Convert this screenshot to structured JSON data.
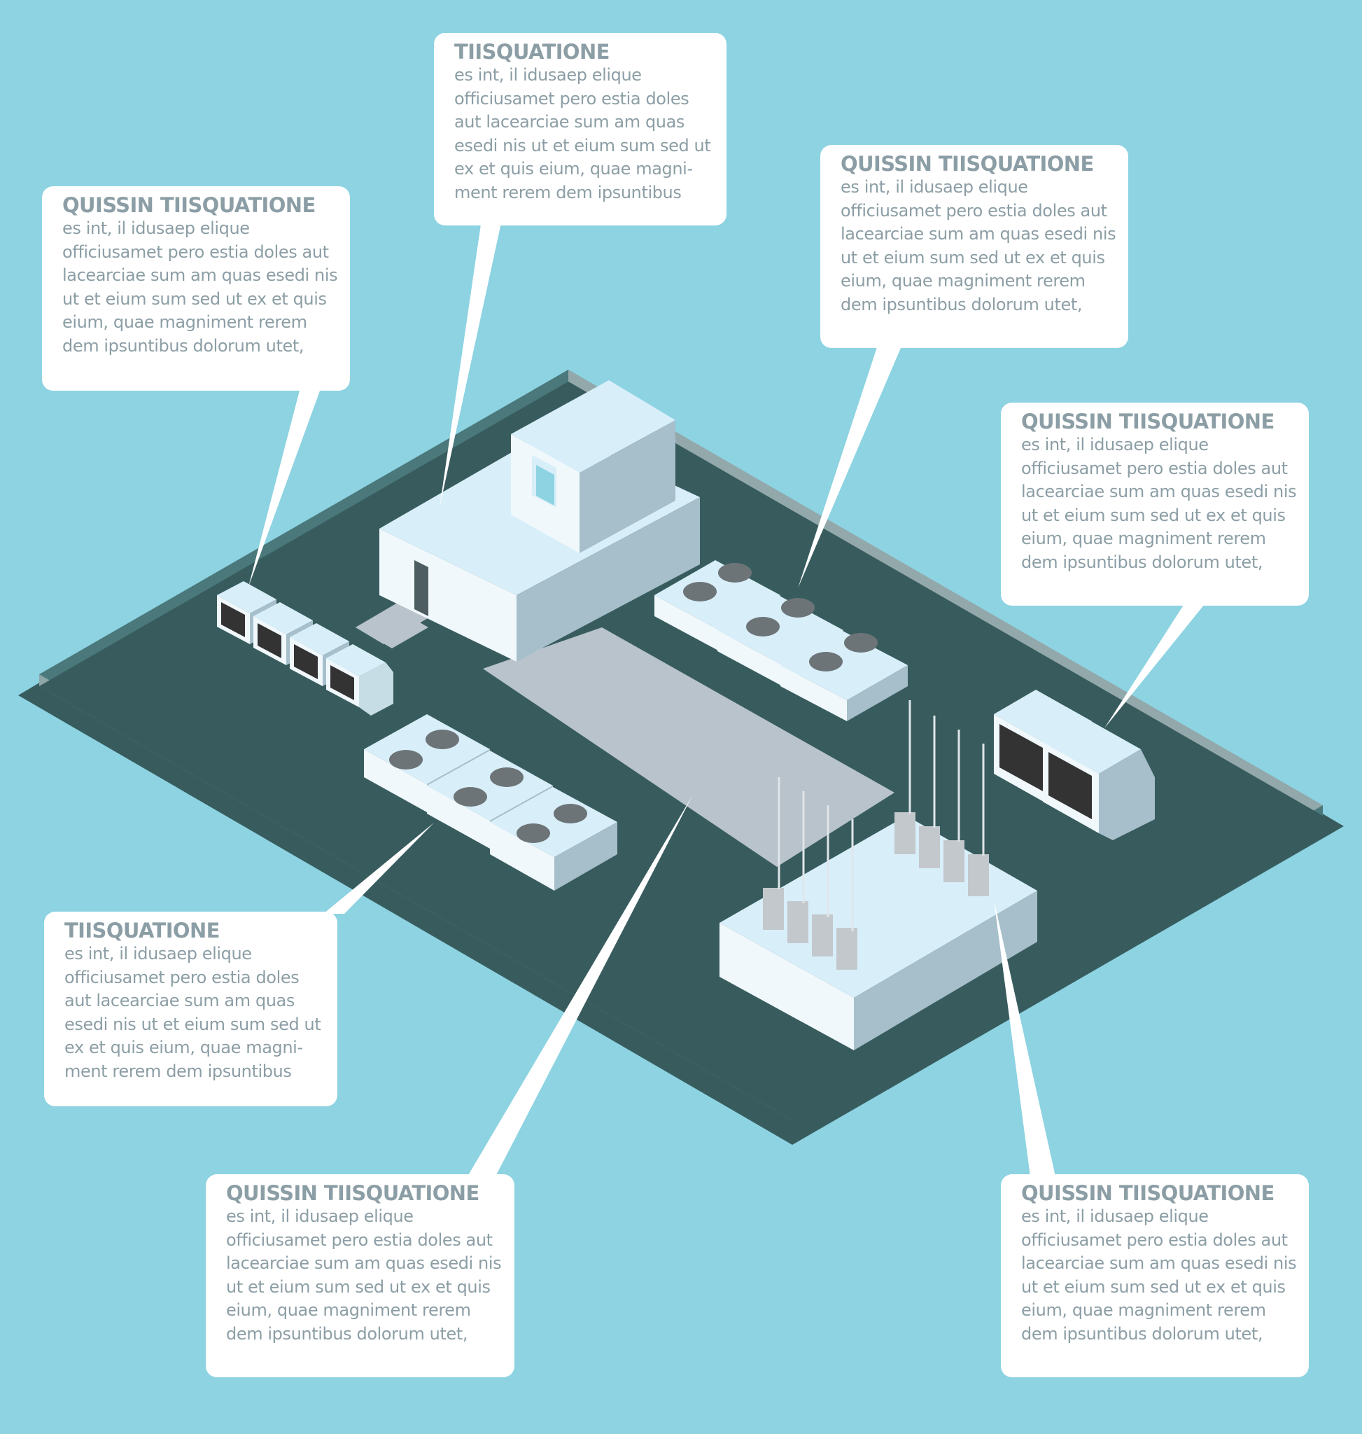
{
  "palette": {
    "background": "#8dd3e2",
    "platform_dark": "#385c5e",
    "platform_rim": "#4a787b",
    "panel_white": "#ffffff",
    "text_gray": "#8c9ea5",
    "box_top": "#d8effa",
    "box_left": "#f0f8fc",
    "box_right": "#a6bfcb",
    "pavement": "#b9c3cb"
  },
  "icons": [
    "building-icon",
    "window-icon",
    "door-icon",
    "air-vent-icon",
    "fan-unit-icon",
    "generator-icon",
    "antenna-icon",
    "duct-elbow-icon"
  ],
  "callouts": [
    {
      "id": "top-center",
      "title": "TIISQUATIONE",
      "lines": [
        "es int, il idusaep elique",
        "officiusamet pero estia doles",
        "aut lacearciae sum am quas",
        "esedi nis ut et eium sum sed ut",
        "ex et quis eium, quae magni-",
        "ment rerem dem ipsuntibus"
      ]
    },
    {
      "id": "top-left",
      "title": "QUISSIN TIISQUATIONE",
      "lines": [
        "es int, il idusaep elique",
        "officiusamet pero estia doles aut",
        "lacearciae sum am quas esedi nis",
        "ut et eium sum sed ut ex et quis",
        "eium, quae magniment rerem",
        "dem ipsuntibus dolorum utet,"
      ]
    },
    {
      "id": "top-right",
      "title": "QUISSIN TIISQUATIONE",
      "lines": [
        "es int, il idusaep elique",
        "officiusamet pero estia doles aut",
        "lacearciae sum am quas esedi nis",
        "ut et eium sum sed ut ex et quis",
        "eium, quae magniment rerem",
        "dem ipsuntibus dolorum utet,"
      ]
    },
    {
      "id": "middle-right",
      "title": "QUISSIN TIISQUATIONE",
      "lines": [
        "es int, il idusaep elique",
        "officiusamet pero estia doles aut",
        "lacearciae sum am quas esedi nis",
        "ut et eium sum sed ut ex et quis",
        "eium, quae magniment rerem",
        "dem ipsuntibus dolorum utet,"
      ]
    },
    {
      "id": "middle-left",
      "title": "TIISQUATIONE",
      "lines": [
        "es int, il idusaep elique",
        "officiusamet pero estia doles",
        "aut lacearciae sum am quas",
        "esedi nis ut et eium sum sed ut",
        "ex et quis eium, quae magni-",
        "ment rerem dem ipsuntibus"
      ]
    },
    {
      "id": "bottom-center",
      "title": "QUISSIN TIISQUATIONE",
      "lines": [
        "es int, il idusaep elique",
        "officiusamet pero estia doles aut",
        "lacearciae sum am quas esedi nis",
        "ut et eium sum sed ut ex et quis",
        "eium, quae magniment rerem",
        "dem ipsuntibus dolorum utet,"
      ]
    },
    {
      "id": "bottom-right",
      "title": "QUISSIN TIISQUATIONE",
      "lines": [
        "es int, il idusaep elique",
        "officiusamet pero estia doles aut",
        "lacearciae sum am quas esedi nis",
        "ut et eium sum sed ut ex et quis",
        "eium, quae magniment rerem",
        "dem ipsuntibus dolorum utet,"
      ]
    }
  ]
}
